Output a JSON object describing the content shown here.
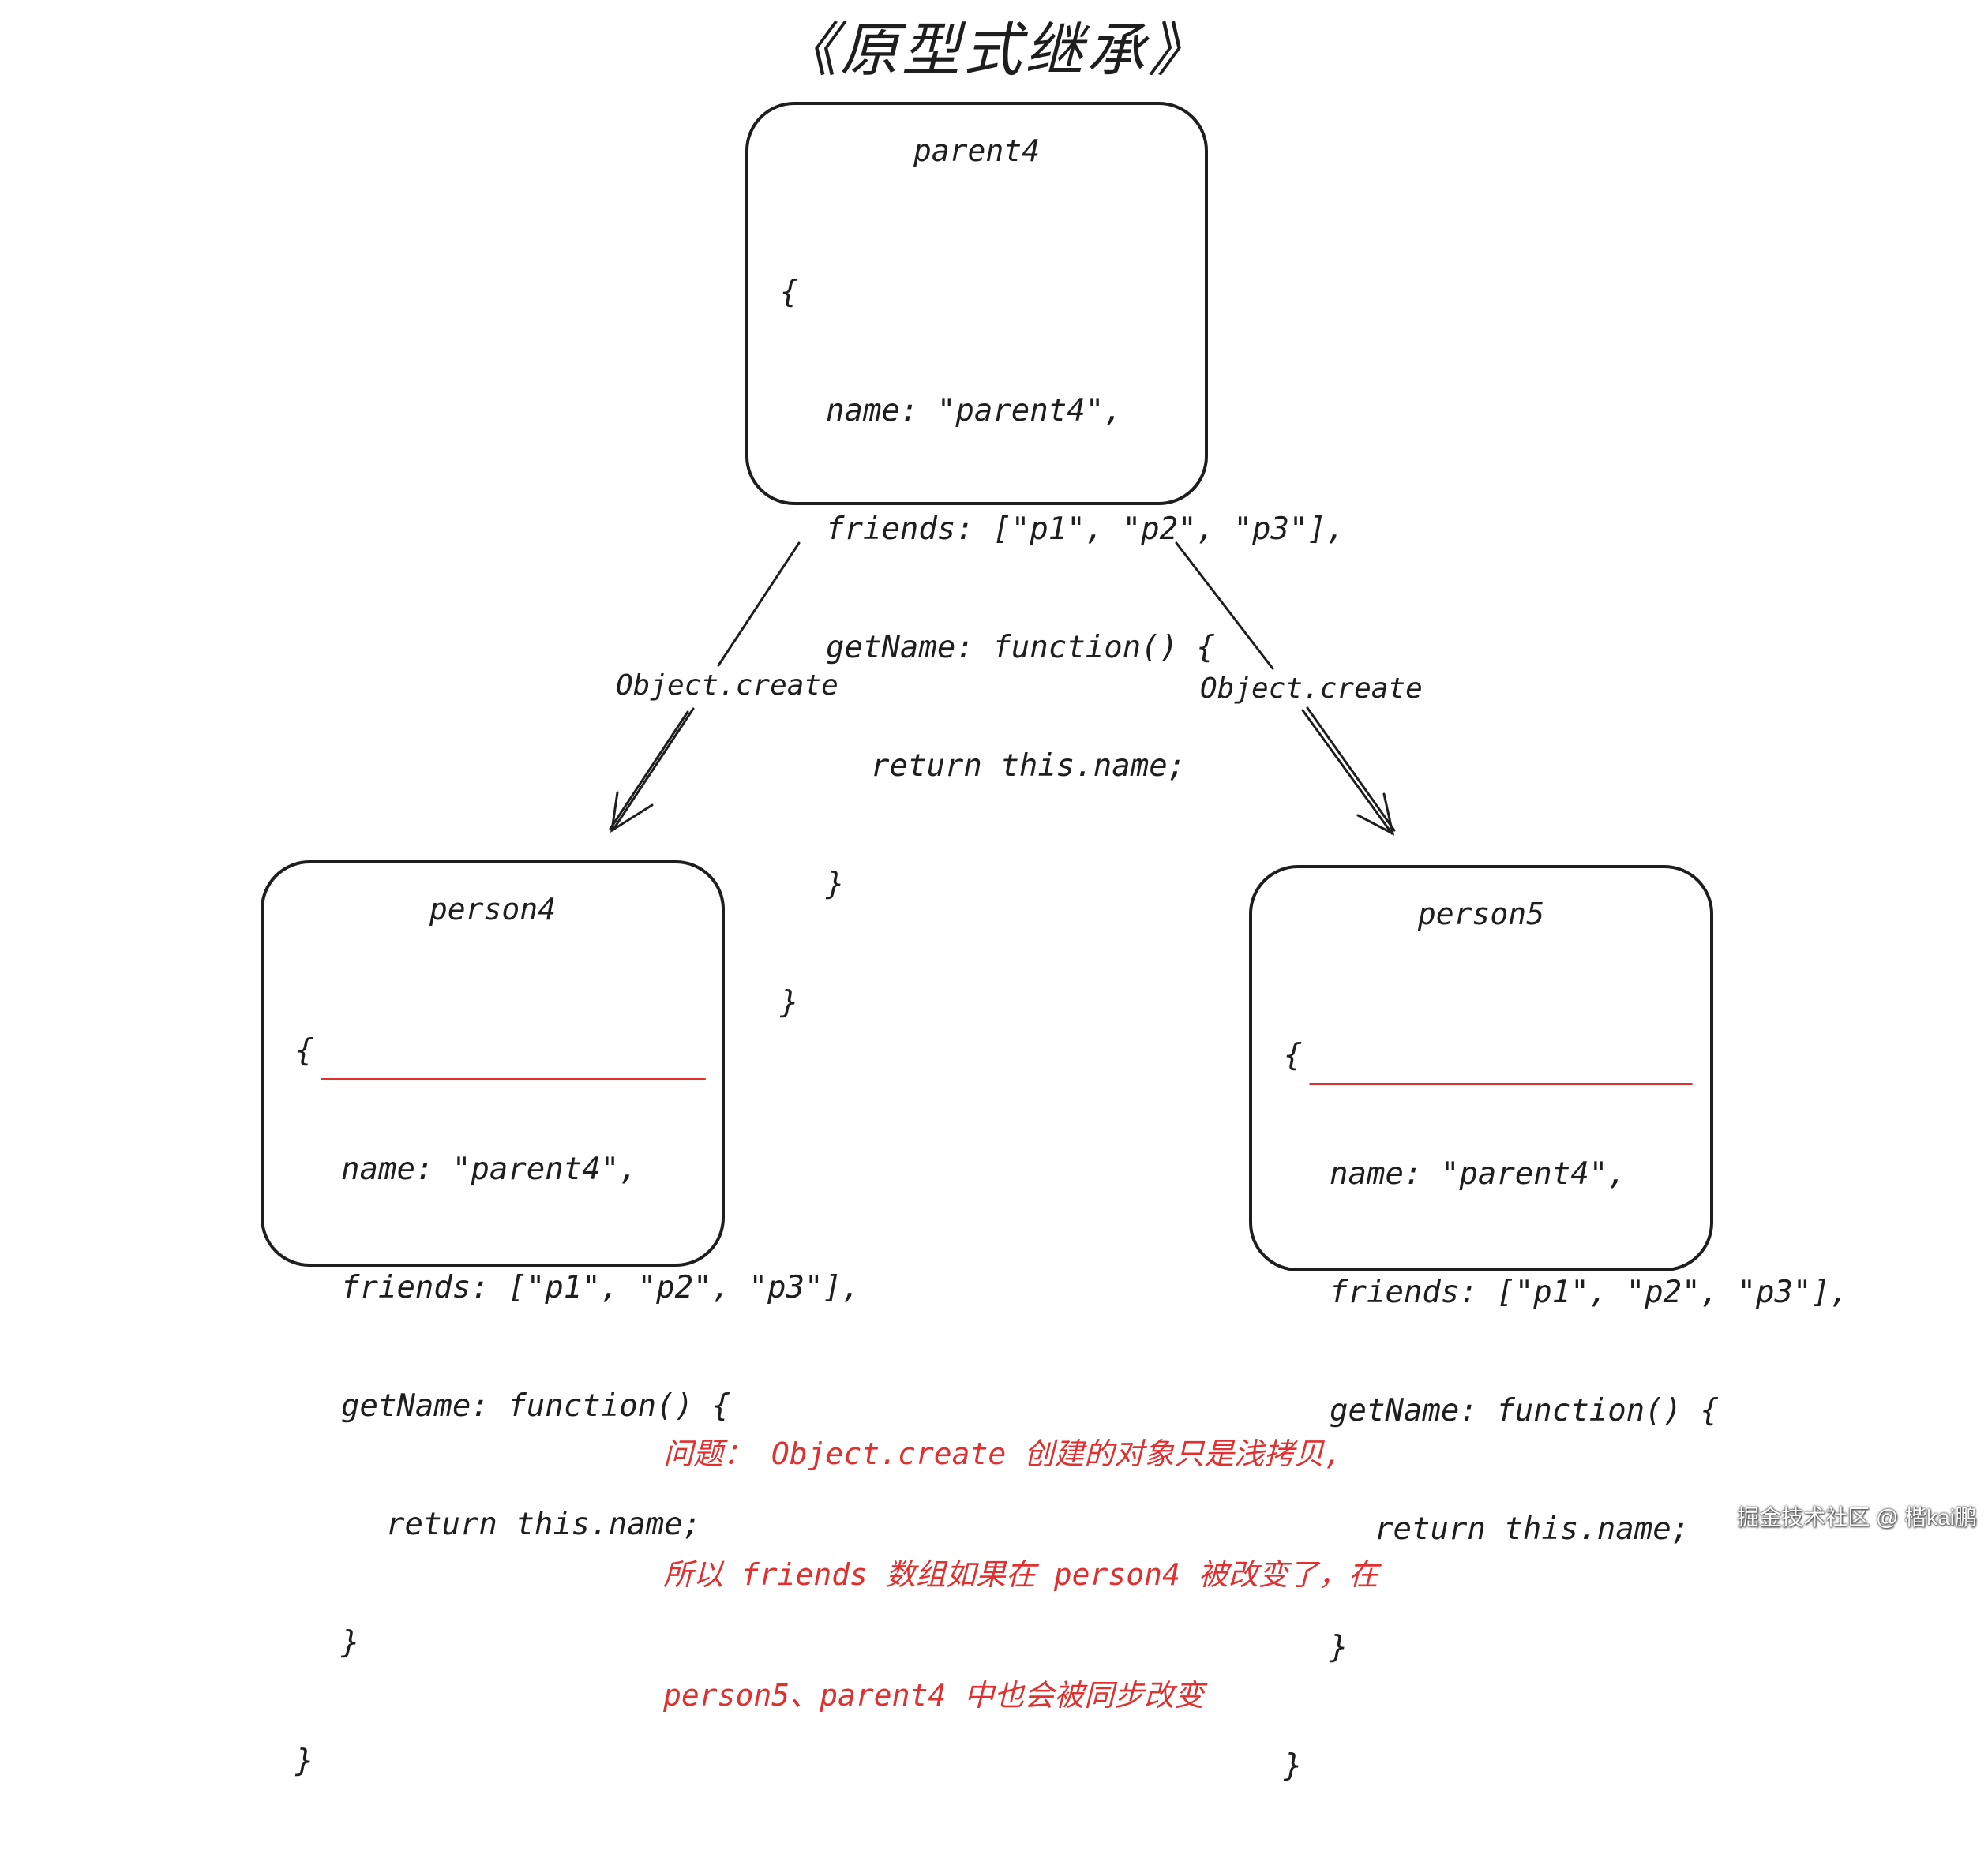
{
  "title": "《原型式继承》",
  "nodes": {
    "parent4": {
      "label": "parent4",
      "lines": [
        "{",
        "name: \"parent4\",",
        "friends: [\"p1\", \"p2\", \"p3\"],",
        "getName: function() {",
        "return this.name;",
        "}",
        "}"
      ]
    },
    "person4": {
      "label": "person4",
      "lines": [
        "{",
        "name: \"parent4\",",
        "friends: [\"p1\", \"p2\", \"p3\"],",
        "getName: function() {",
        "return this.name;",
        "}",
        "}"
      ]
    },
    "person5": {
      "label": "person5",
      "lines": [
        "{",
        "name: \"parent4\",",
        "friends: [\"p1\", \"p2\", \"p3\"],",
        "getName: function() {",
        "return this.name;",
        "}",
        "}"
      ]
    }
  },
  "edges": [
    {
      "from": "parent4",
      "to": "person4",
      "label": "Object.create"
    },
    {
      "from": "parent4",
      "to": "person5",
      "label": "Object.create"
    }
  ],
  "note": {
    "lines": [
      "问题： Object.create 创建的对象只是浅拷贝,",
      "所以 friends 数组如果在 person4 被改变了，在",
      "person5、parent4 中也会被同步改变"
    ],
    "color": "#e03131"
  },
  "watermark": "掘金技术社区 @ 楷kai鹏",
  "colors": {
    "stroke": "#1e1e1e",
    "highlight": "#e03131"
  }
}
